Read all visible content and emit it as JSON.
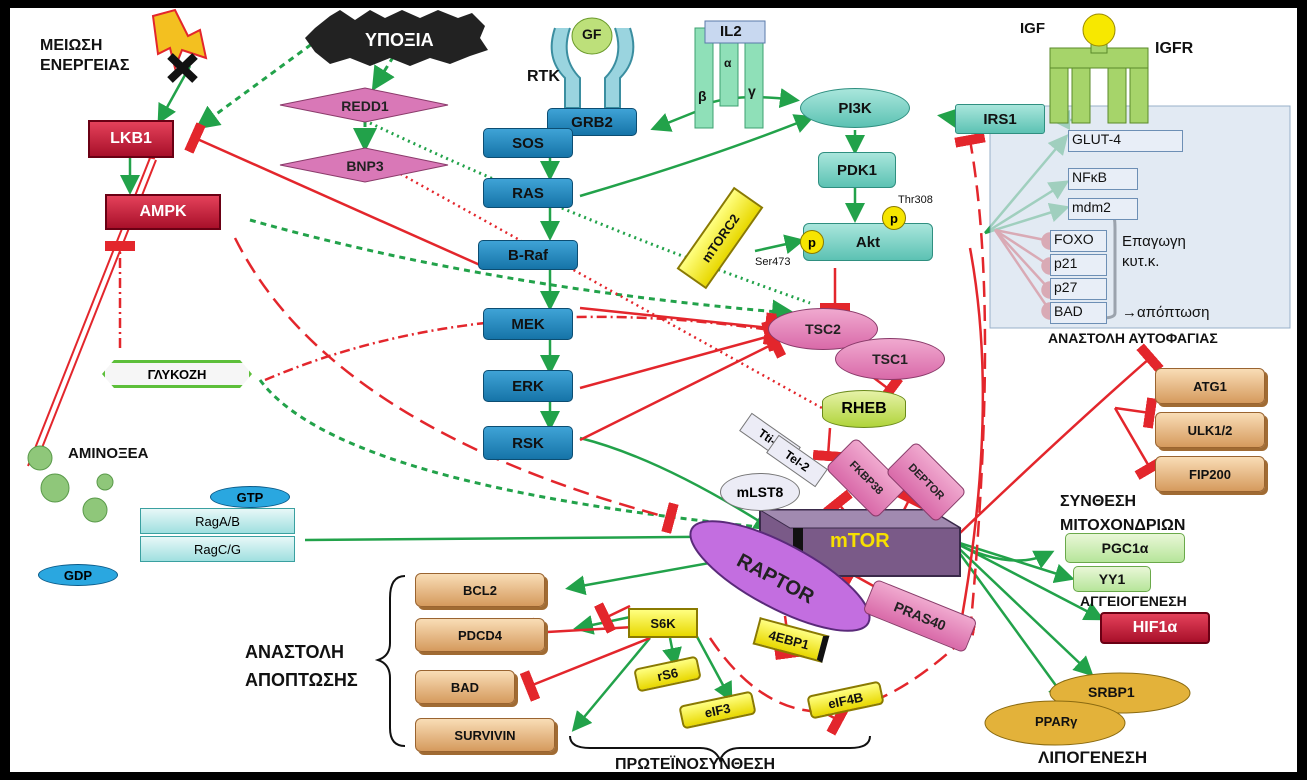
{
  "stress": {
    "energy": "ΜΕΙΩΣΗ\nΕΝΕΡΓΕΙΑΣ",
    "hypoxia": "ΥΠΟΞΙΑ"
  },
  "receptors": {
    "gf": "GF",
    "rtk": "RTK",
    "il2": "IL2",
    "alpha": "α",
    "beta": "β",
    "gamma": "γ",
    "igf": "IGF",
    "igfr": "IGFR"
  },
  "nodes": {
    "lkb1": "LKB1",
    "ampk": "AMPK",
    "redd1": "REDD1",
    "bnp3": "BNP3",
    "grb2": "GRB2",
    "sos": "SOS",
    "ras": "RAS",
    "braf": "B-Raf",
    "mek": "MEK",
    "erk": "ERK",
    "rsk": "RSK",
    "pi3k": "PI3K",
    "pdk1": "PDK1",
    "akt": "Akt",
    "irs1": "IRS1",
    "mtorc2": "mTORC2",
    "p1": "p",
    "p2": "p",
    "thr308": "Thr308",
    "ser473": "Ser473",
    "tsc2": "TSC2",
    "tsc1": "TSC1",
    "rheb": "RHEB",
    "glucose": "ΓΛΥΚΟΖΗ",
    "amino": "ΑΜΙΝΟΞΕΑ",
    "gtp": "GTP",
    "gdp": "GDP",
    "ragab": "RagA/B",
    "ragcg": "RagC/G",
    "tti1": "Tti-1",
    "tel2": "Tel-2",
    "mlst8": "mLST8",
    "fkbp38": "FKBP38",
    "deptor": "DEPTOR",
    "mtor": "mTOR",
    "raptor": "RAPTOR",
    "pras40": "PRAS40",
    "s6k": "S6K",
    "ebp1": "4EBP1",
    "rs6": "rS6",
    "eif3": "eIF3",
    "eif4b": "eIF4B",
    "bcl2": "BCL2",
    "pdcd4": "PDCD4",
    "bad": "BAD",
    "survivin": "SURVIVIN",
    "atg1": "ATG1",
    "ulk": "ULK1/2",
    "fip200": "FIP200",
    "pgc1a": "PGC1α",
    "yy1": "YY1",
    "hif1a": "HIF1α",
    "srbp1": "SRBP1",
    "ppar": "PPARγ"
  },
  "akt_targets": {
    "glut4": "GLUT-4",
    "nfkb": "NFκB",
    "mdm2": "mdm2",
    "foxo": "FOXO",
    "p21": "p21",
    "p27": "p27",
    "bad": "BAD",
    "induction": "Επαγωγη\nκυτ.κ.",
    "apoptosis": "→απόπτωση"
  },
  "labels": {
    "autophagy": "ΑΝΑΣΤΟΛΗ ΑΥΤΟΦΑΓΙΑΣ",
    "mito": "ΣΥΝΘΕΣΗ\nΜΙΤΟΧΟΝΔΡΙΩΝ",
    "angio": "ΑΓΓΕΙΟΓΕΝΕΣΗ",
    "lipo": "ΛΙΠΟΓΕΝΕΣΗ",
    "protein": "ΠΡΩΤΕΪΝΟΣΥΝΘΕΣΗ",
    "anti_apoptosis": "ΑΝΑΣΤΟΛΗ\nΑΠΟΠΤΩΣΗΣ"
  },
  "colors": {
    "activate": "#22a24a",
    "inhibit": "#e3262c"
  }
}
